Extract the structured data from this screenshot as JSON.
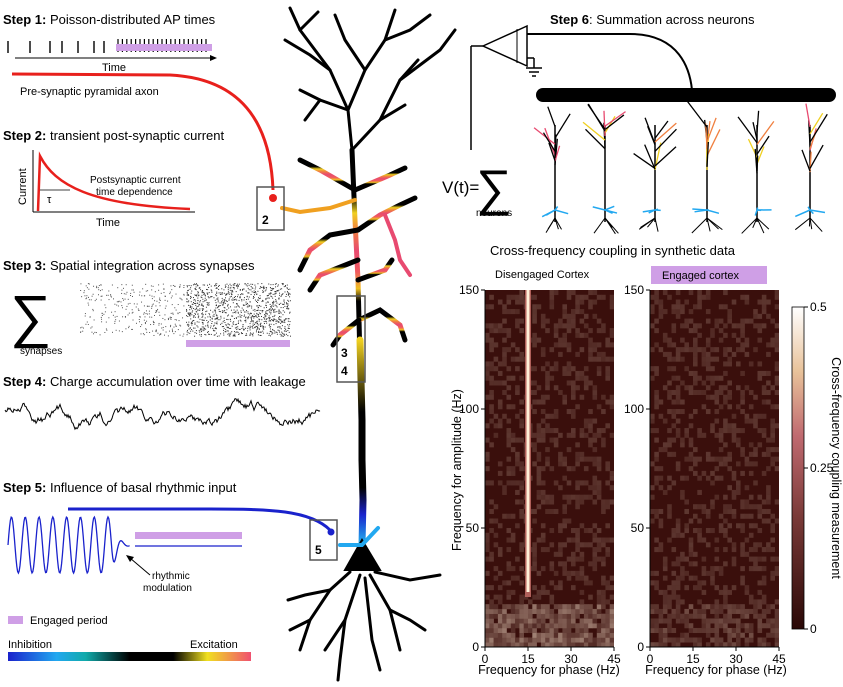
{
  "steps": {
    "s1": {
      "num": "Step 1:",
      "text": " Poisson-distributed AP times"
    },
    "s2": {
      "num": "Step 2:",
      "text": " transient post-synaptic current"
    },
    "s3": {
      "num": "Step 3:",
      "text": " Spatial integration across synapses"
    },
    "s4": {
      "num": "Step 4:",
      "text": " Charge accumulation over time with leakage"
    },
    "s5": {
      "num": "Step 5:",
      "text": " Influence of basal rhythmic input"
    },
    "s6": {
      "num": "Step 6",
      "text": ": Summation across neurons"
    }
  },
  "labels": {
    "time": "Time",
    "axon": "Pre-synaptic pyramidal axon",
    "current": "Current",
    "tau": "τ",
    "psc_line1": "Postsynaptic current",
    "psc_line2": "time dependence",
    "synapses": "synapses",
    "neurons": "neurons",
    "sigma": "∑",
    "vt": "V(t)=",
    "rhythmic1": "rhythmic",
    "rhythmic2": "modulation",
    "engaged_period": "Engaged period",
    "inhibition": "Inhibition",
    "excitation": "Excitation",
    "box2": "2",
    "box3": "3",
    "box4": "4",
    "box5": "5"
  },
  "colors": {
    "axon": "#e8201c",
    "engaged": "#cf9fe6",
    "basal": "#1a22cc",
    "heat_low": "#3a0f0c",
    "heat_high": "#fff0d8"
  },
  "chart_data": {
    "type": "heatmap",
    "title": "Cross-frequency coupling in synthetic data",
    "xlabel": "Frequency for phase (Hz)",
    "ylabel": "Frequency for amplitude (Hz)",
    "colorbar_label": "Cross-frequency coupling measurement",
    "xlim": [
      0,
      45
    ],
    "ylim": [
      0,
      150
    ],
    "clim": [
      0,
      0.5
    ],
    "xticks": [
      "0",
      "15",
      "30",
      "45"
    ],
    "yticks": [
      "0",
      "50",
      "100",
      "150"
    ],
    "cticks": [
      "0",
      "0.25",
      "0.5"
    ],
    "panels": [
      {
        "title": "Disengaged Cortex",
        "peak_phase_hz": 15,
        "peak_value": 0.5
      },
      {
        "title": "Engaged cortex",
        "peak_phase_hz": null,
        "peak_value": 0.08
      }
    ]
  }
}
